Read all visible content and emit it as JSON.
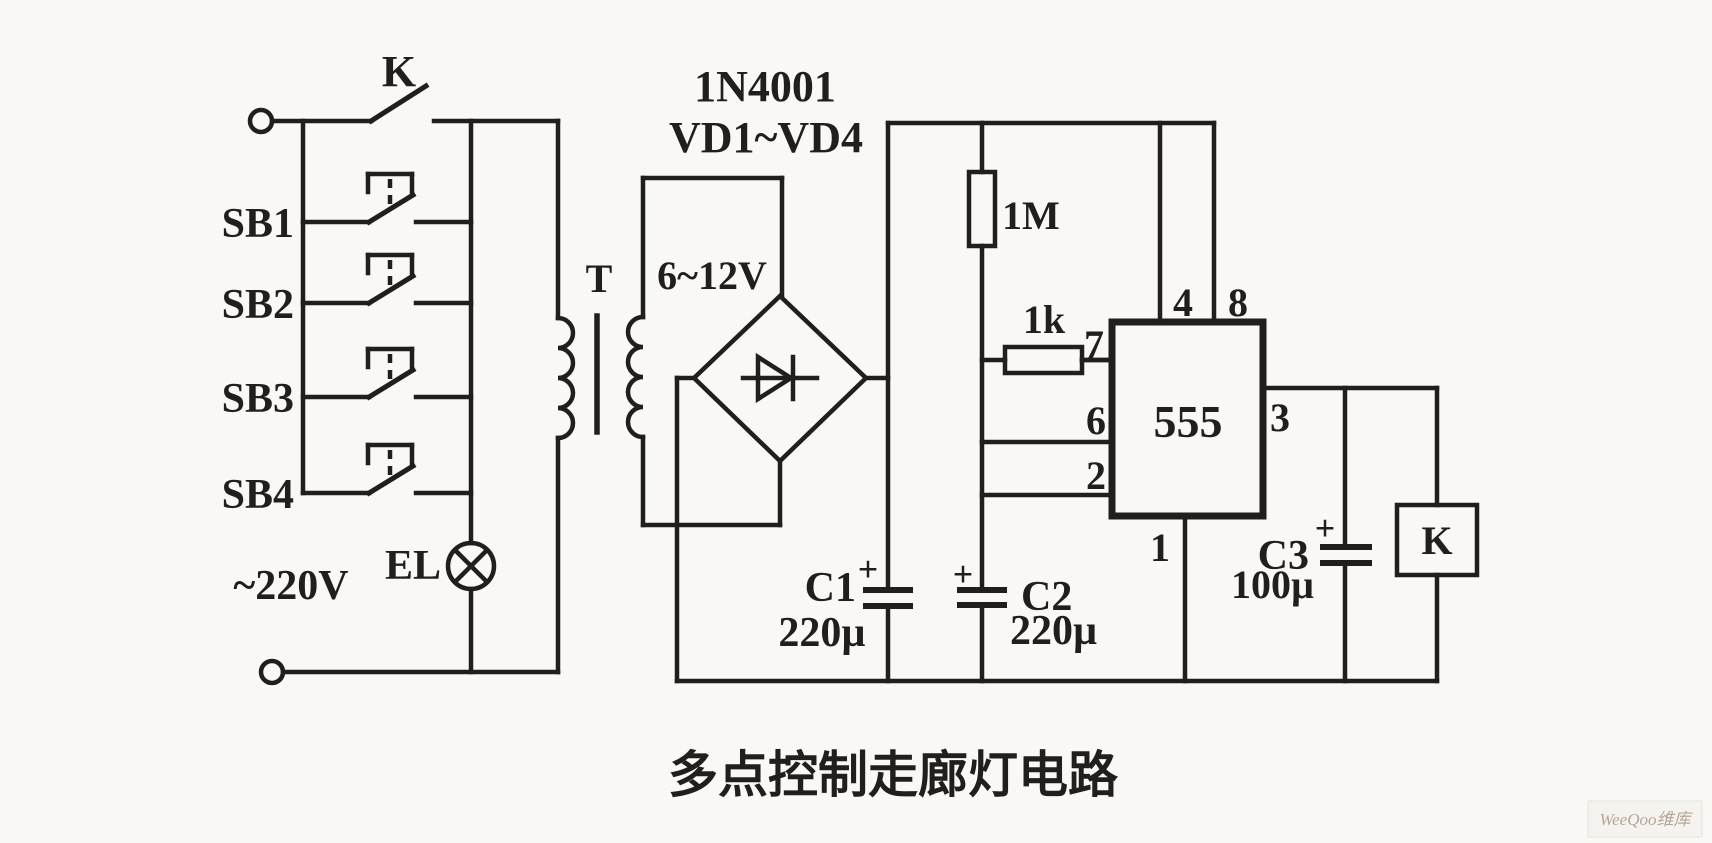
{
  "title": "多点控制走廊灯电路",
  "watermark": "WeeQoo维库",
  "colors": {
    "ink": "#211f1c",
    "paper": "#f9f8f5",
    "watermark_text": "#b5a797"
  },
  "mains": {
    "voltage": "~220V"
  },
  "relay_contact": {
    "label": "K"
  },
  "buttons": {
    "sb1": "SB1",
    "sb2": "SB2",
    "sb3": "SB3",
    "sb4": "SB4"
  },
  "lamp": {
    "label": "EL"
  },
  "transformer": {
    "label": "T",
    "secondary_voltage": "6~12V"
  },
  "rectifier": {
    "part_number": "1N4001",
    "designators": "VD1~VD4"
  },
  "resistors": {
    "r_timing": "1M",
    "r_discharge": "1k"
  },
  "ic": {
    "label": "555",
    "pins": {
      "p1": "1",
      "p2": "2",
      "p3": "3",
      "p4": "4",
      "p6": "6",
      "p7": "7",
      "p8": "8"
    }
  },
  "capacitors": {
    "c1": {
      "designator": "C1",
      "value": "220µ",
      "polarity": "+"
    },
    "c2": {
      "designator": "C2",
      "value": "220µ",
      "polarity": "+"
    },
    "c3": {
      "designator": "C3",
      "value": "100µ",
      "polarity": "+"
    }
  },
  "relay_coil": {
    "label": "K"
  }
}
